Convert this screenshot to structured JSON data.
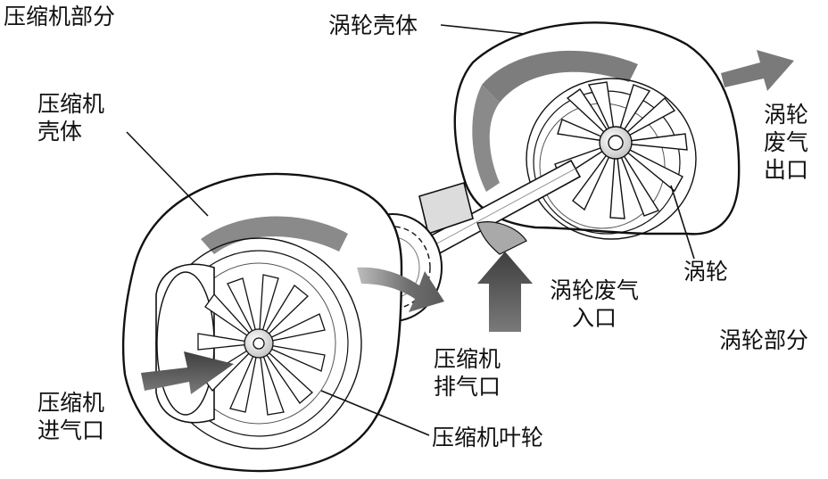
{
  "labels": {
    "compressor_section": "压缩机部分",
    "turbine_housing": "涡轮壳体",
    "compressor_housing": [
      "压缩机",
      "壳体"
    ],
    "turbine_exhaust_outlet": [
      "涡轮",
      "废气",
      "出口"
    ],
    "turbine_wheel": "涡轮",
    "turbine_exhaust_inlet": [
      "涡轮废气",
      "入口"
    ],
    "turbine_section": "涡轮部分",
    "compressor_discharge": [
      "压缩机",
      "排气口"
    ],
    "compressor_inlet": [
      "压缩机",
      "进气口"
    ],
    "compressor_impeller": "压缩机叶轮"
  },
  "colors": {
    "line": "#111111",
    "flow_arrow": "#6e6e6e",
    "flow_arrow_dark": "#4a4a4a",
    "shading": "#9a9a9a"
  }
}
